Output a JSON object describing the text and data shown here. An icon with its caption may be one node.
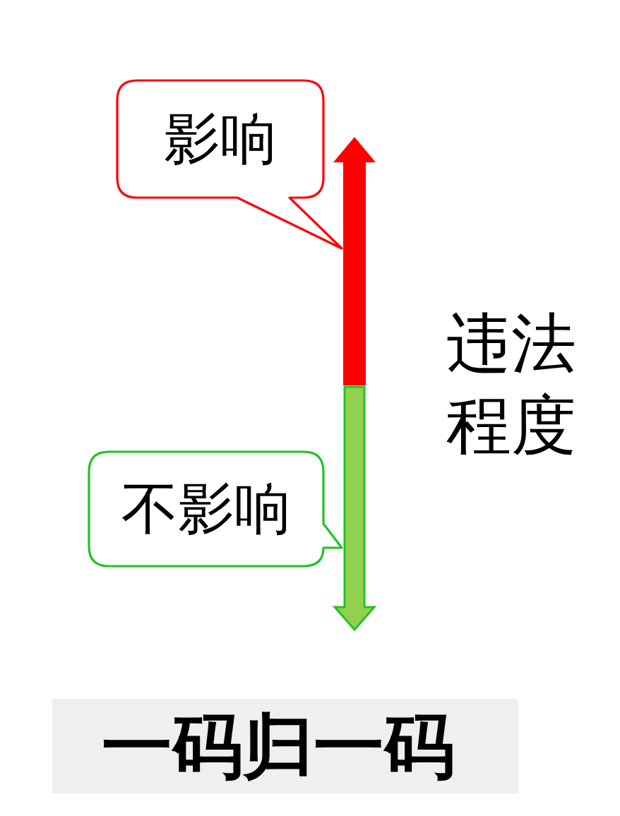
{
  "diagram": {
    "nodes": [
      {
        "text": [
          "影响"
        ]
      },
      {
        "text": [
          "不影响"
        ]
      },
      {
        "text": [
          "一码归一码"
        ]
      }
    ],
    "labels": [
      "违法程度"
    ]
  }
}
